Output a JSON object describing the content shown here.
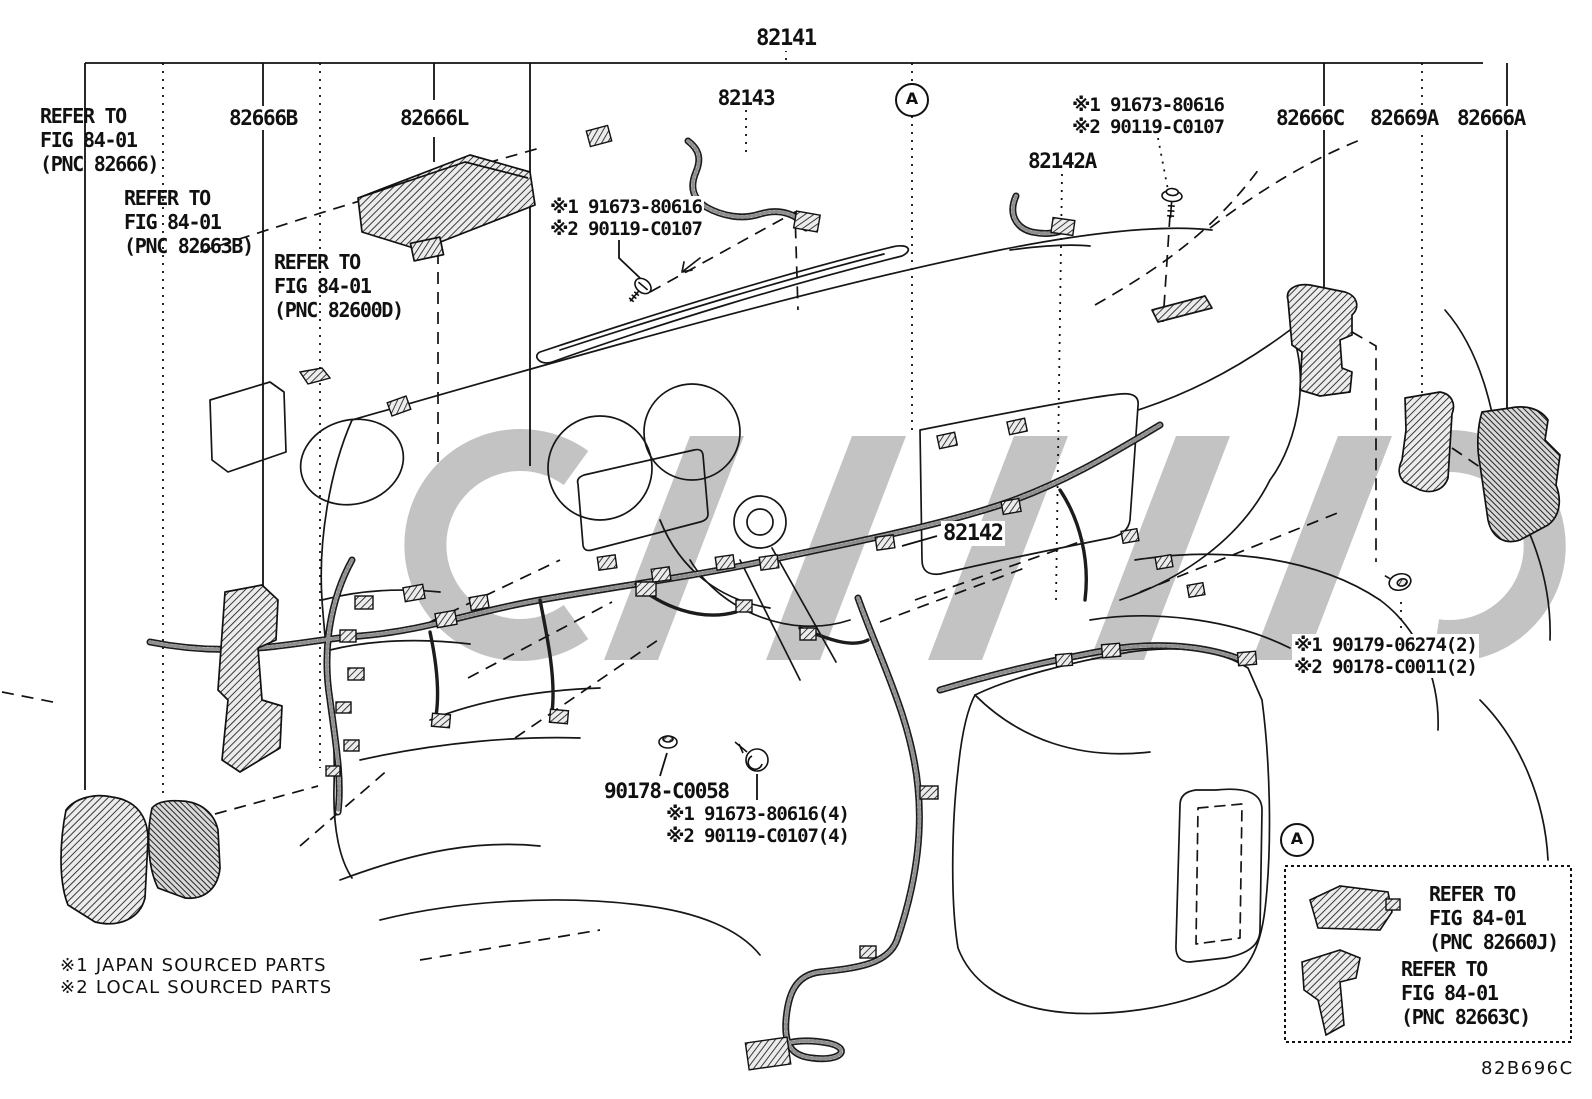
{
  "diagram": {
    "figure_code": "82B696C",
    "section_marker": "A",
    "labels": {
      "p82141": "82141",
      "p82143": "82143",
      "p82142": "82142",
      "p82142A": "82142A",
      "p82666B": "82666B",
      "p82666L": "82666L",
      "p82666C": "82666C",
      "p82669A": "82669A",
      "p82666A": "82666A",
      "p90178C0058": "90178-C0058"
    },
    "refs": {
      "r82666": {
        "l1": "REFER TO",
        "l2": "FIG 84-01",
        "l3": "(PNC 82666)"
      },
      "r82663B": {
        "l1": "REFER TO",
        "l2": "FIG 84-01",
        "l3": "(PNC 82663B)"
      },
      "r82600D": {
        "l1": "REFER TO",
        "l2": "FIG 84-01",
        "l3": "(PNC 82600D)"
      },
      "r82660J": {
        "l1": "REFER TO",
        "l2": "FIG 84-01",
        "l3": "(PNC 82660J)"
      },
      "r82663C": {
        "l1": "REFER TO",
        "l2": "FIG 84-01",
        "l3": "(PNC 82663C)"
      }
    },
    "notes": {
      "screw_left_1": "※1 91673-80616",
      "screw_left_2": "※2 90119-C0107",
      "screw_right_1": "※1 91673-80616",
      "screw_right_2": "※2 90119-C0107",
      "bolt_qty_1": "※1 91673-80616(4)",
      "bolt_qty_2": "※2 90119-C0107(4)",
      "nut_qty_1": "※1 90179-06274(2)",
      "nut_qty_2": "※2 90178-C0011(2)"
    },
    "legend": {
      "line1": "※1 JAPAN SOURCED PARTS",
      "line2": "※2 LOCAL SOURCED PARTS"
    }
  }
}
